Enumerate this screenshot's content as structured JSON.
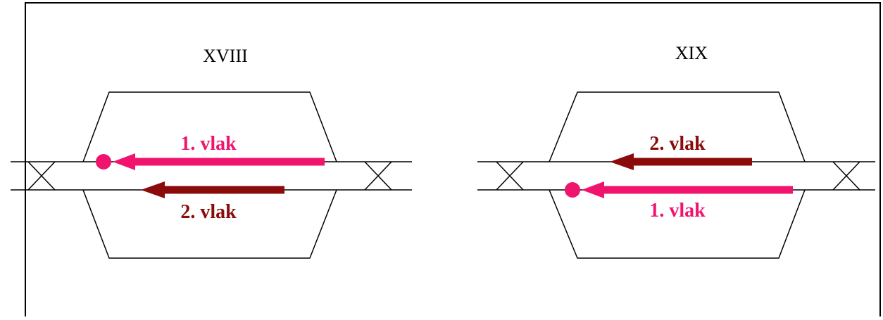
{
  "colors": {
    "train1": "#f0146e",
    "train2": "#8b0a0a",
    "lines": "#000000",
    "background": "#ffffff"
  },
  "diagrams": [
    {
      "title": "XVIII",
      "trains": [
        {
          "label": "1. vlak",
          "color_key": "train1",
          "track": "upper",
          "has_stop_marker": true
        },
        {
          "label": "2. vlak",
          "color_key": "train2",
          "track": "lower",
          "has_stop_marker": false
        }
      ]
    },
    {
      "title": "XIX",
      "trains": [
        {
          "label": "2. vlak",
          "color_key": "train2",
          "track": "upper",
          "has_stop_marker": false
        },
        {
          "label": "1. vlak",
          "color_key": "train1",
          "track": "lower",
          "has_stop_marker": true
        }
      ]
    }
  ]
}
